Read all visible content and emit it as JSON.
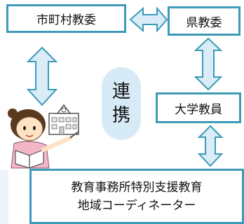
{
  "nodes": {
    "city_board": "市町村教委",
    "pref_board": "県教委",
    "university": "大学教員",
    "coordinator_line1": "教育事務所特別支援教育",
    "coordinator_line2": "地域コーディネーター"
  },
  "center": {
    "char1": "連",
    "char2": "携"
  },
  "colors": {
    "border": "#3d9ab8",
    "arrow_fill": "#d9ecf8",
    "oval": "#d7ebf7"
  }
}
